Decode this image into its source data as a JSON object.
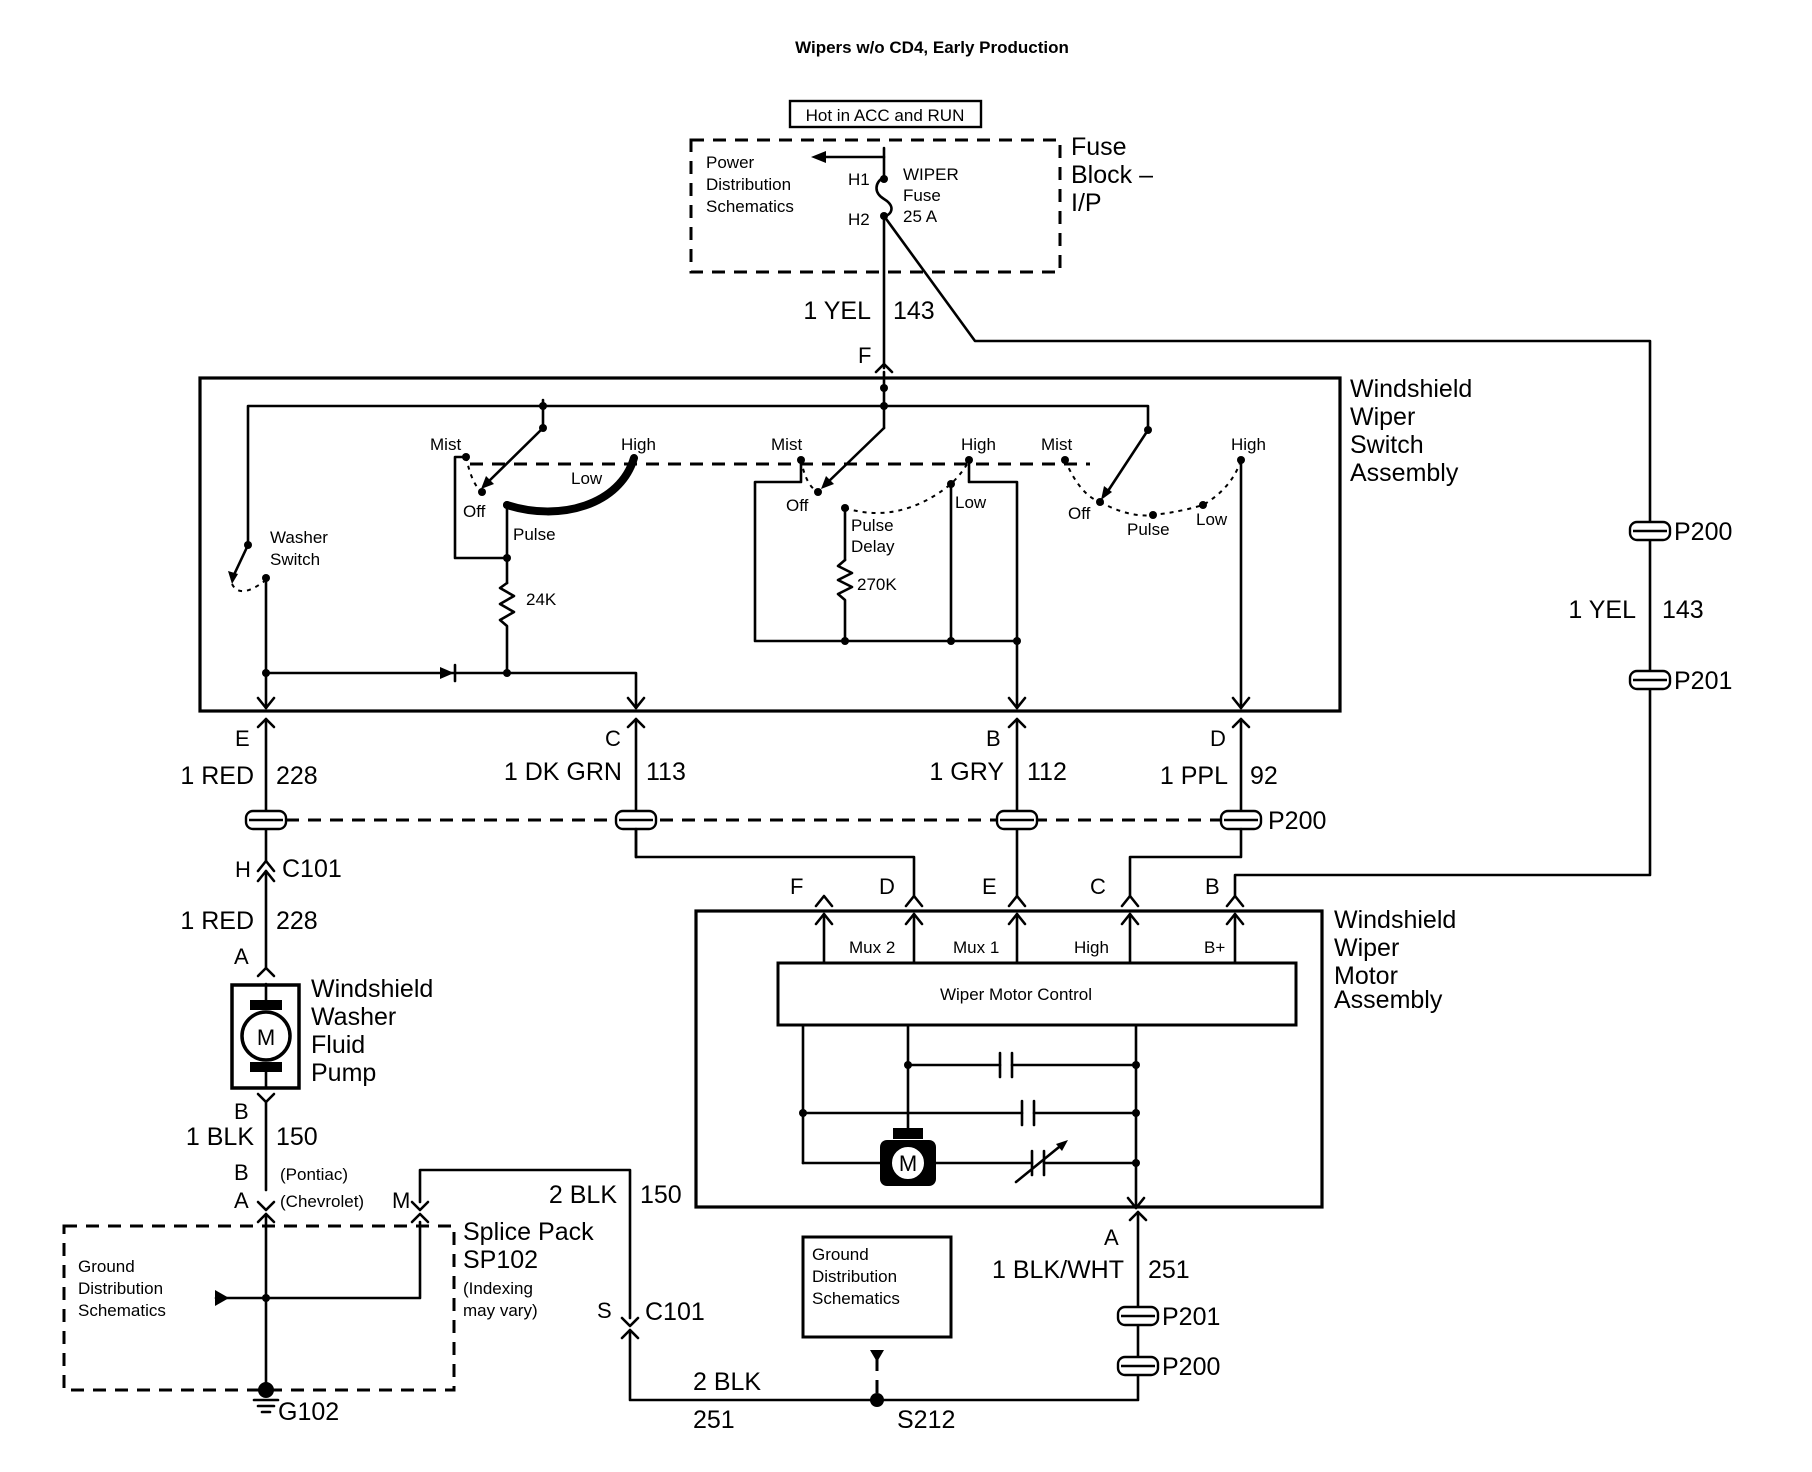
{
  "title": "Wipers w/o CD4, Early Production",
  "hot_label": "Hot in ACC and RUN",
  "fuse_block": {
    "label_1": "Fuse",
    "label_2": "Block –",
    "label_3": "I/P",
    "power_dist_1": "Power",
    "power_dist_2": "Distribution",
    "power_dist_3": "Schematics",
    "h1": "H1",
    "h2": "H2",
    "fuse_1": "WIPER",
    "fuse_2": "Fuse",
    "fuse_3": "25 A"
  },
  "feed_wire": {
    "gauge": "1 YEL",
    "circuit": "143",
    "pin": "F"
  },
  "switch": {
    "label_1": "Windshield",
    "label_2": "Wiper",
    "label_3": "Switch",
    "label_4": "Assembly",
    "mist": "Mist",
    "high": "High",
    "low": "Low",
    "off": "Off",
    "pulse": "Pulse",
    "pulse_delay_1": "Pulse",
    "pulse_delay_2": "Delay",
    "res_24k": "24K",
    "res_270k": "270K",
    "washer_1": "Washer",
    "washer_2": "Switch"
  },
  "outputs": [
    {
      "pin": "E",
      "gauge": "1 RED",
      "circuit": "228"
    },
    {
      "pin": "C",
      "gauge": "1 DK GRN",
      "circuit": "113"
    },
    {
      "pin": "B",
      "gauge": "1 GRY",
      "circuit": "112"
    },
    {
      "pin": "D",
      "gauge": "1 PPL",
      "circuit": "92"
    }
  ],
  "p200": "P200",
  "p201": "P201",
  "side_wire": {
    "gauge": "1 YEL",
    "circuit": "143"
  },
  "washer_path": {
    "c101_pin": "H",
    "c101": "C101",
    "gauge": "1 RED",
    "circuit": "228",
    "pin_a": "A",
    "pump_1": "Windshield",
    "pump_2": "Washer",
    "pump_3": "Fluid",
    "pump_4": "Pump",
    "motor": "M",
    "pin_b": "B",
    "blk_gauge": "1 BLK",
    "blk_circuit": "150",
    "pontiac_pin": "B",
    "pontiac": "(Pontiac)",
    "chevrolet_pin": "A",
    "chevrolet": "(Chevrolet)"
  },
  "splice": {
    "m_pin": "M",
    "label_1": "Splice Pack",
    "label_2": "SP102",
    "label_3": "(Indexing",
    "label_4": "may vary)",
    "gnd_1": "Ground",
    "gnd_2": "Distribution",
    "gnd_3": "Schematics",
    "g102": "G102"
  },
  "ground_wire": {
    "gauge": "2 BLK",
    "circuit": "150",
    "s_pin": "S",
    "c101": "C101",
    "bottom_gauge": "2 BLK",
    "bottom_circuit": "251",
    "s212": "S212",
    "gnd_1": "Ground",
    "gnd_2": "Distribution",
    "gnd_3": "Schematics"
  },
  "motor_assy": {
    "label_1": "Windshield",
    "label_2": "Wiper",
    "label_3": "Motor",
    "label_4": "Assembly",
    "pins": [
      "F",
      "D",
      "E",
      "C",
      "B"
    ],
    "pin_labels": [
      "Mux 2",
      "Mux 1",
      "High",
      "B+"
    ],
    "control": "Wiper Motor Control",
    "motor": "M",
    "out_pin": "A",
    "out_gauge": "1 BLK/WHT",
    "out_circuit": "251"
  }
}
